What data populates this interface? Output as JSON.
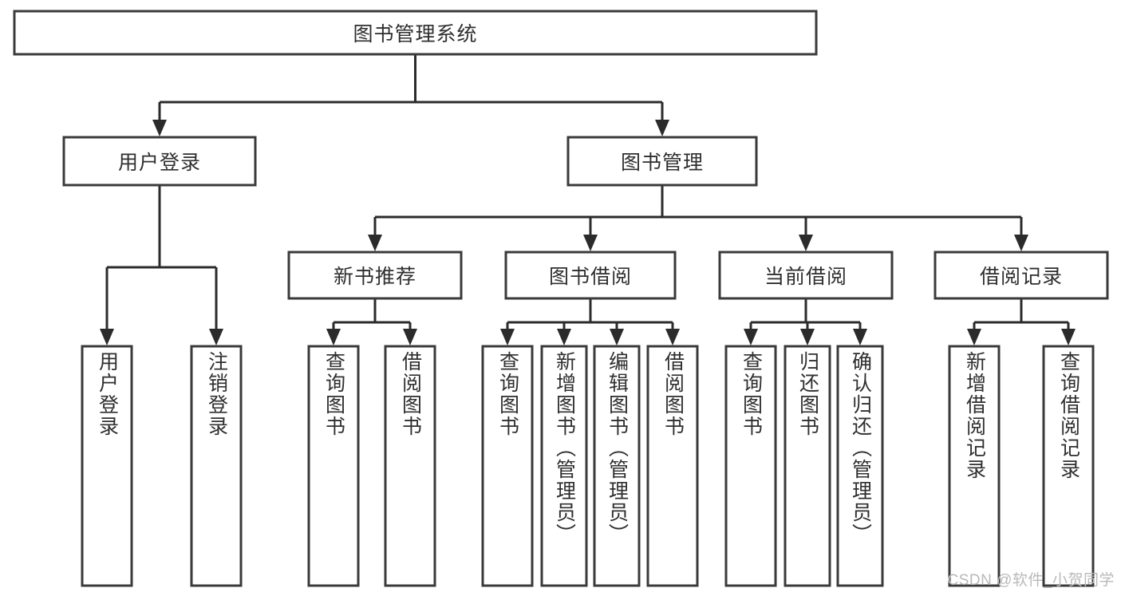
{
  "diagram": {
    "type": "tree",
    "title": "图书管理系统",
    "watermark": "CSDN @软件_小贺同学",
    "colors": {
      "background": "#ffffff",
      "box_fill": "#ffffff",
      "box_stroke": "#3a3a3a",
      "connector": "#2b2b2b",
      "text": "#2f2f2f",
      "watermark": "#b9b9b9"
    },
    "nodes": {
      "root": {
        "label": "图书管理系统",
        "orientation": "horizontal"
      },
      "level2": [
        {
          "id": "user-login",
          "label": "用户登录",
          "orientation": "horizontal"
        },
        {
          "id": "book-management",
          "label": "图书管理",
          "orientation": "horizontal"
        }
      ],
      "level3": [
        {
          "id": "new-book-recommend",
          "label": "新书推荐",
          "orientation": "horizontal",
          "parent": "book-management"
        },
        {
          "id": "book-borrow",
          "label": "图书借阅",
          "orientation": "horizontal",
          "parent": "book-management"
        },
        {
          "id": "current-borrow",
          "label": "当前借阅",
          "orientation": "horizontal",
          "parent": "book-management"
        },
        {
          "id": "borrow-record",
          "label": "借阅记录",
          "orientation": "horizontal",
          "parent": "book-management"
        }
      ],
      "leaves": [
        {
          "id": "leaf-user-login",
          "label": "用户登录",
          "orientation": "vertical",
          "parent": "user-login"
        },
        {
          "id": "leaf-logout",
          "label": "注销登录",
          "orientation": "vertical",
          "parent": "user-login"
        },
        {
          "id": "leaf-query-book-1",
          "label": "查询图书",
          "orientation": "vertical",
          "parent": "new-book-recommend"
        },
        {
          "id": "leaf-borrow-book-1",
          "label": "借阅图书",
          "orientation": "vertical",
          "parent": "new-book-recommend"
        },
        {
          "id": "leaf-query-book-2",
          "label": "查询图书",
          "orientation": "vertical",
          "parent": "book-borrow"
        },
        {
          "id": "leaf-add-book",
          "label": "新增图书（管理员）",
          "orientation": "vertical",
          "parent": "book-borrow"
        },
        {
          "id": "leaf-edit-book",
          "label": "编辑图书（管理员）",
          "orientation": "vertical",
          "parent": "book-borrow"
        },
        {
          "id": "leaf-borrow-book-2",
          "label": "借阅图书",
          "orientation": "vertical",
          "parent": "book-borrow"
        },
        {
          "id": "leaf-query-book-3",
          "label": "查询图书",
          "orientation": "vertical",
          "parent": "current-borrow"
        },
        {
          "id": "leaf-return-book",
          "label": "归还图书",
          "orientation": "vertical",
          "parent": "current-borrow"
        },
        {
          "id": "leaf-confirm-return",
          "label": "确认归还（管理员）",
          "orientation": "vertical",
          "parent": "current-borrow"
        },
        {
          "id": "leaf-add-record",
          "label": "新增借阅记录",
          "orientation": "vertical",
          "parent": "borrow-record"
        },
        {
          "id": "leaf-query-record",
          "label": "查询借阅记录",
          "orientation": "vertical",
          "parent": "borrow-record"
        }
      ]
    },
    "edges": [
      {
        "from": "root",
        "to": "user-login"
      },
      {
        "from": "root",
        "to": "book-management"
      },
      {
        "from": "book-management",
        "to": "new-book-recommend"
      },
      {
        "from": "book-management",
        "to": "book-borrow"
      },
      {
        "from": "book-management",
        "to": "current-borrow"
      },
      {
        "from": "book-management",
        "to": "borrow-record"
      },
      {
        "from": "user-login",
        "to": "leaf-user-login"
      },
      {
        "from": "user-login",
        "to": "leaf-logout"
      },
      {
        "from": "new-book-recommend",
        "to": "leaf-query-book-1"
      },
      {
        "from": "new-book-recommend",
        "to": "leaf-borrow-book-1"
      },
      {
        "from": "book-borrow",
        "to": "leaf-query-book-2"
      },
      {
        "from": "book-borrow",
        "to": "leaf-add-book"
      },
      {
        "from": "book-borrow",
        "to": "leaf-edit-book"
      },
      {
        "from": "book-borrow",
        "to": "leaf-borrow-book-2"
      },
      {
        "from": "current-borrow",
        "to": "leaf-query-book-3"
      },
      {
        "from": "current-borrow",
        "to": "leaf-return-book"
      },
      {
        "from": "current-borrow",
        "to": "leaf-confirm-return"
      },
      {
        "from": "borrow-record",
        "to": "leaf-add-record"
      },
      {
        "from": "borrow-record",
        "to": "leaf-query-record"
      }
    ]
  }
}
